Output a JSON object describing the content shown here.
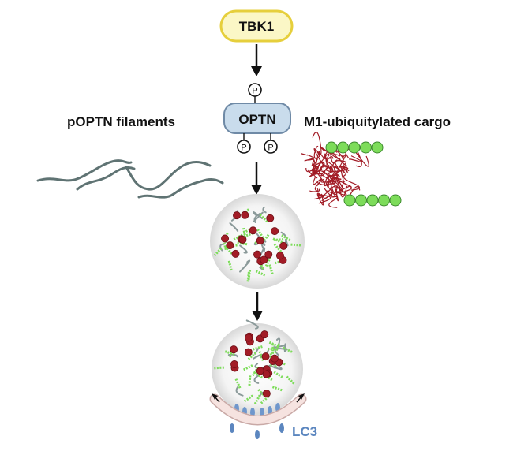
{
  "nodes": {
    "tbk1": "TBK1",
    "optn": "OPTN",
    "phospho": "P"
  },
  "labels": {
    "left": "pOPTN filaments",
    "right": "M1-ubiquitylated cargo",
    "lc3": "LC3"
  },
  "colors": {
    "tbk1_fill": "#fbf7c6",
    "tbk1_stroke": "#e6cf3c",
    "optn_fill": "#c9dcec",
    "optn_stroke": "#6f8aa6",
    "filament": "#5f7373",
    "cargo_red": "#a21c26",
    "ubiquitin_green": "#7ddc5a",
    "lc3_blue": "#5b86bf",
    "membrane_pink": "#f3d9d6"
  }
}
